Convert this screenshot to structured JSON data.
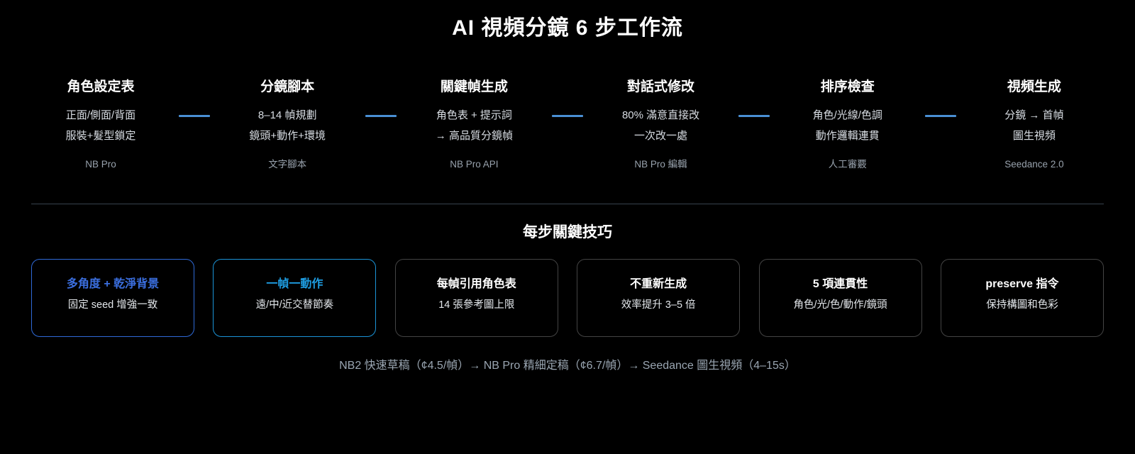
{
  "header": {
    "title": "AI 視頻分鏡 6 步工作流"
  },
  "workflow": {
    "connector_color": "#4a8fd4",
    "steps": [
      {
        "title": "角色設定表",
        "line1": "正面/側面/背面",
        "line2": "服裝+髮型鎖定",
        "tool": "NB Pro"
      },
      {
        "title": "分鏡腳本",
        "line1": "8–14 幀規劃",
        "line2": "鏡頭+動作+環境",
        "tool": "文字腳本"
      },
      {
        "title": "關鍵幀生成",
        "line1": "角色表 + 提示詞",
        "line2": "→ 高品質分鏡幀",
        "tool": "NB Pro API"
      },
      {
        "title": "對話式修改",
        "line1": "80% 滿意直接改",
        "line2": "一次改一處",
        "tool": "NB Pro 編輯"
      },
      {
        "title": "排序檢查",
        "line1": "角色/光線/色調",
        "line2": "動作邏輯連貫",
        "tool": "人工審覈"
      },
      {
        "title": "視頻生成",
        "line1": "分鏡 → 首幀",
        "line2": "圖生視頻",
        "tool": "Seedance 2.0"
      }
    ]
  },
  "tips": {
    "heading": "每步關鍵技巧",
    "cards": [
      {
        "title": "多角度 + 乾淨背景",
        "sub": "固定 seed 增強一致",
        "color": "#3b6fe0",
        "border": "#2f6ad8"
      },
      {
        "title": "一幀一動作",
        "sub": "遠/中/近交替節奏",
        "color": "#a03bd8",
        "border": "#9b35d2"
      },
      {
        "title": "每幀引用角色表",
        "sub": "14 張參考圖上限",
        "color": "#f07820",
        "border": "#e3701c"
      },
      {
        "title": "不重新生成",
        "sub": "效率提升 3–5 倍",
        "color": "#1e9ce0",
        "border": "#1b94d8"
      },
      {
        "title": "5 項連貫性",
        "sub": "角色/光/色/動作/鏡頭",
        "color": "#2a58dd",
        "border": "#2552d6"
      },
      {
        "title": "preserve 指令",
        "sub": "保持構圖和色彩",
        "color": "#1faa68",
        "border": "#1ca262"
      }
    ]
  },
  "footer": {
    "summary": "NB2 快速草稿（¢4.5/幀）→ NB Pro 精細定稿（¢6.7/幀）→ Seedance 圖生視頻（4–15s）"
  }
}
